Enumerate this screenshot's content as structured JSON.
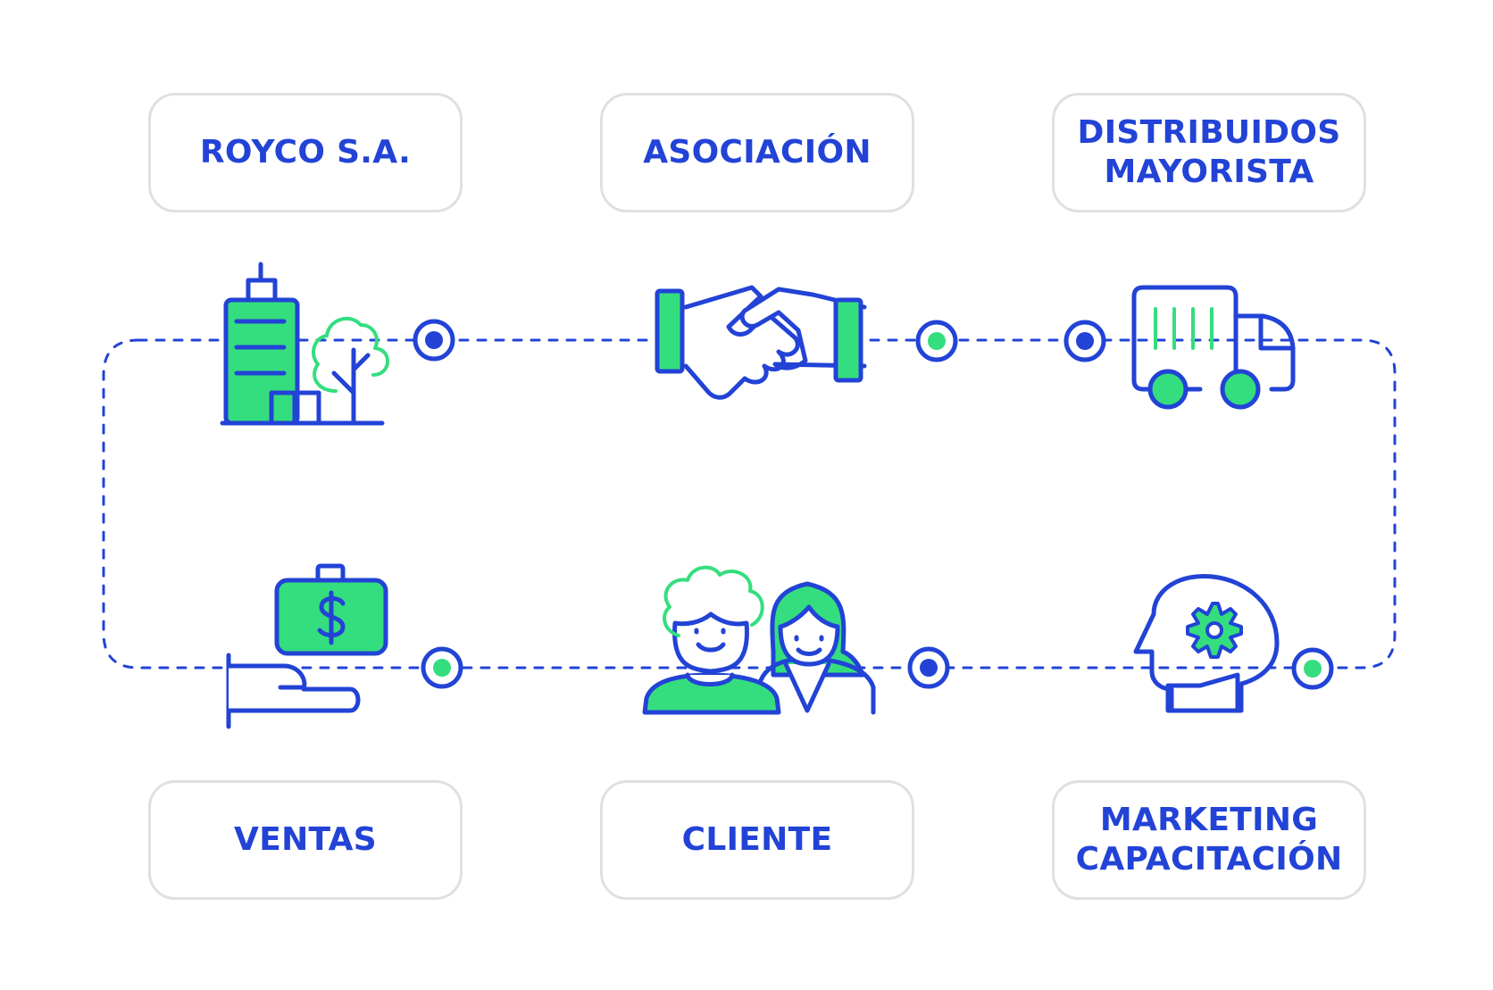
{
  "colors": {
    "blue": "#2243d6",
    "green": "#34de7e",
    "card_border": "#dde0e4",
    "background": "#ffffff"
  },
  "cards": {
    "royco": {
      "lines": [
        "ROYCO S.A."
      ]
    },
    "asociacion": {
      "lines": [
        "ASOCIACIÓN"
      ]
    },
    "distribuidos": {
      "lines": [
        "DISTRIBUIDOS",
        "MAYORISTA"
      ]
    },
    "ventas": {
      "lines": [
        "VENTAS"
      ]
    },
    "cliente": {
      "lines": [
        "CLIENTE"
      ]
    },
    "marketing": {
      "lines": [
        "MARKETING",
        "CAPACITACIÓN"
      ]
    }
  },
  "icons": {
    "company": "office-building-with-tree-icon",
    "partnership": "handshake-icon",
    "distribution": "delivery-truck-icon",
    "sales": "hand-holding-money-bag-icon",
    "customer": "two-people-icon",
    "marketing": "head-with-gear-icon"
  },
  "nodes": [
    {
      "name": "node-royco",
      "center": "blue"
    },
    {
      "name": "node-asociacion",
      "center": "green"
    },
    {
      "name": "node-distribuidos",
      "center": "blue"
    },
    {
      "name": "node-ventas",
      "center": "green"
    },
    {
      "name": "node-cliente",
      "center": "blue"
    },
    {
      "name": "node-marketing",
      "center": "green"
    }
  ]
}
